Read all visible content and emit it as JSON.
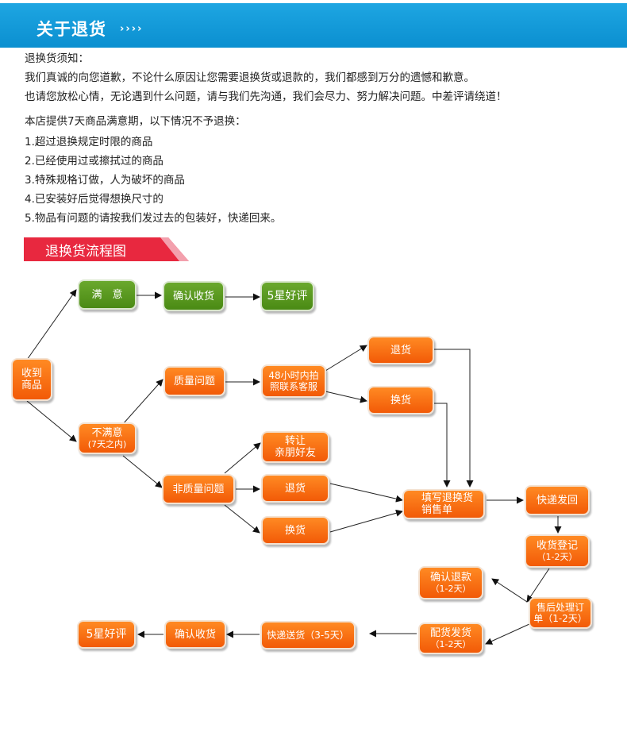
{
  "header": {
    "title": "关于退货",
    "arrows": "››››"
  },
  "notice": {
    "lines": [
      "退换货须知：",
      "我们真诚的向您道歉，不论什么原因让您需要退换货或退款的，我们都感到万分的遗憾和歉意。",
      "也请您放松心情，无论遇到什么问题，请与我们先沟通，我们会尽力、努力解决问题。中差评请绕道！",
      "本店提供7天商品满意期，以下情况不予退换：",
      "1.超过退换规定时限的商品",
      "2.已经使用过或擦拭过的商品",
      "3.特殊规格订做，人为破坏的商品",
      "4.已安装好后觉得想换尺寸的",
      "5.物品有问题的请按我们发过去的包装好，快递回来。"
    ]
  },
  "section": {
    "title": "退换货流程图"
  },
  "flow": {
    "received": [
      "收到",
      "商品"
    ],
    "satisfied": "满　意",
    "confirm_top": "确认收货",
    "five_star_top": "5星好评",
    "unsatisfied": "不满意",
    "unsatisfied_sub": "(7天之内)",
    "quality_issue": "质量问题",
    "contact": [
      "48小时内拍",
      "照联系客服"
    ],
    "return_q": "退货",
    "exchange_q": "换货",
    "non_quality": "非质量问题",
    "transfer": [
      "转让",
      "亲朋好友"
    ],
    "return_nq": "退货",
    "exchange_nq": "换货",
    "fill_form": [
      "填写退换货",
      "销售单"
    ],
    "ship_back": "快递发回",
    "register": "收货登记",
    "register_sub": "（1-2天）",
    "after_sales": [
      "售后处理订",
      "单（1-2天）"
    ],
    "refund": "确认退款",
    "refund_sub": "（1-2天）",
    "dispatch": "配货发货",
    "dispatch_sub": "（1-2天）",
    "express": "快递送货（3-5天）",
    "confirm_bottom": "确认收货",
    "five_star_bottom": "5星好评"
  },
  "colors": {
    "header_blue": "#0b8fd0",
    "banner_red": "#e8283f",
    "node_orange": "#f25a07",
    "node_green": "#4a8a14"
  }
}
